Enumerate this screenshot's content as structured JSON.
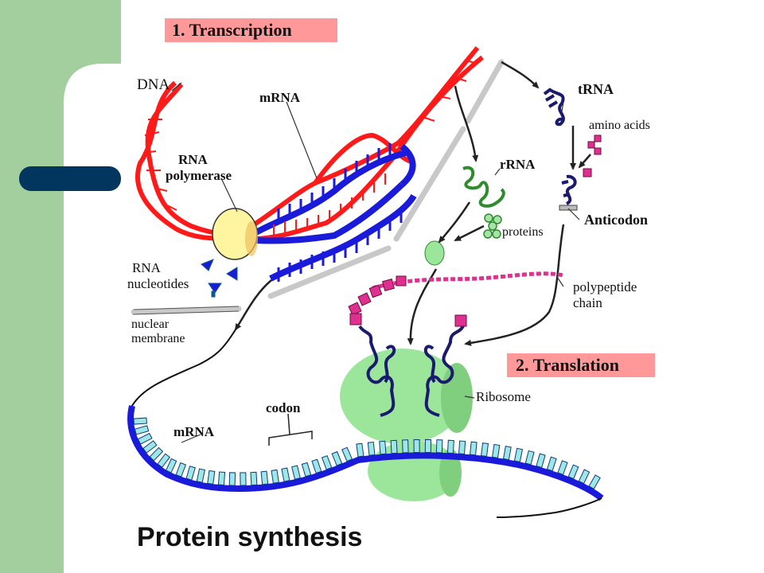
{
  "slide": {
    "colors": {
      "left_band": "#a3cf9f",
      "accent_bar": "#03365e",
      "background": "#ffffff"
    }
  },
  "diagram": {
    "title": "Protein synthesis",
    "sections": [
      {
        "id": "transcription",
        "label": "1. Transcription"
      },
      {
        "id": "translation",
        "label": "2. Translation"
      }
    ],
    "labels": {
      "dna": "DNA",
      "mrna_top": "mRNA",
      "rna_polymerase_1": "RNA",
      "rna_polymerase_2": "polymerase",
      "rna_nucleotides_1": "RNA",
      "rna_nucleotides_2": "nucleotides",
      "nuclear_membrane_1": "nuclear",
      "nuclear_membrane_2": "membrane",
      "mrna_bottom": "mRNA",
      "codon": "codon",
      "trna": "tRNA",
      "amino_acids": "amino acids",
      "rrna": "rRNA",
      "proteins": "proteins",
      "anticodon": "Anticodon",
      "polypeptide_1": "polypeptide",
      "polypeptide_2": "chain",
      "ribosome": "Ribosome"
    },
    "colors": {
      "dna": "#ff1a1a",
      "mrna": "#1a1adb",
      "mrna_bases": "#9fe6e6",
      "trna": "#1a1a6e",
      "rrna": "#2e8b2e",
      "ribosome": "#9be69b",
      "polymerase": "#fff5a0",
      "amino_acid": "#e0308f",
      "section_label_bg": "#ff9999",
      "membrane": "#c8c8c8"
    }
  }
}
